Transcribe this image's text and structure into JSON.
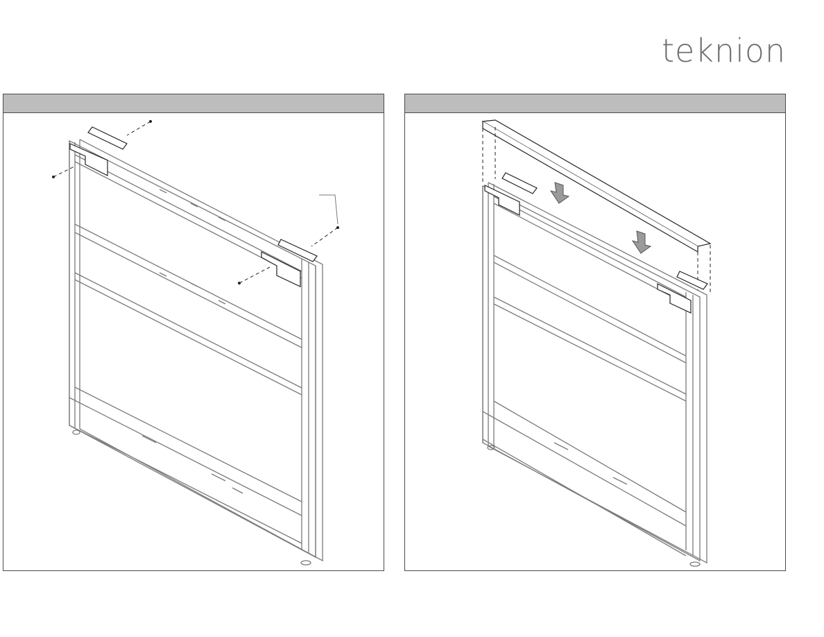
{
  "brand": {
    "logo_text": "teknion"
  },
  "panels": [
    {
      "id": "step-1",
      "header": ""
    },
    {
      "id": "step-2",
      "header": ""
    }
  ],
  "colors": {
    "header_bg": "#bdbdbd",
    "frame_line": "#7a7a7a",
    "arrow_fill": "#9a9a9a",
    "logo": "#6e6e6e"
  }
}
